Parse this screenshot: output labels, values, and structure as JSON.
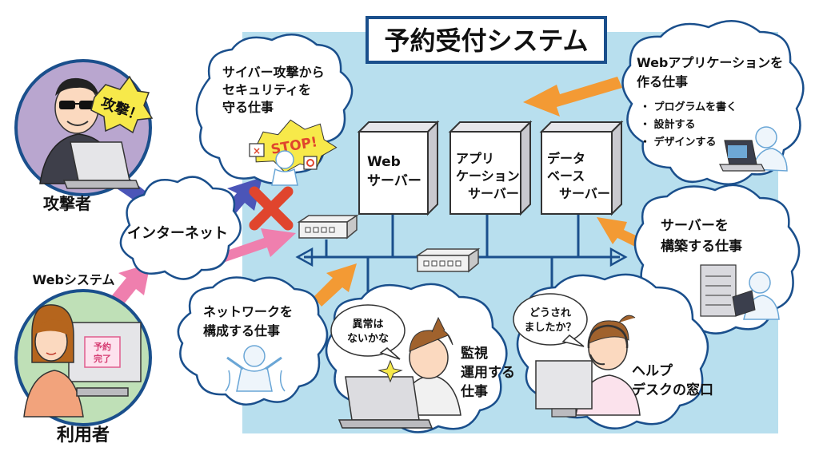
{
  "title": "予約受付システム",
  "colors": {
    "system_bg": "#b8dfee",
    "cloud_stroke": "#1a4f8c",
    "arrow_orange": "#f39a34",
    "arrow_pink": "#ef7fae",
    "arrow_indigo": "#4b55b8",
    "cross_red": "#e0452d",
    "stop_yellow": "#f7e94a"
  },
  "actors": {
    "attacker": {
      "label": "攻撃者",
      "speech": "攻撃！"
    },
    "user": {
      "heading": "Webシステム",
      "label": "利用者",
      "screen_lines": [
        "予約",
        "完了"
      ]
    }
  },
  "internet": {
    "label": "インターネット"
  },
  "servers": [
    {
      "lines": [
        "Web",
        "サーバー"
      ]
    },
    {
      "lines": [
        "アプリ",
        "ケーション",
        "サーバー"
      ]
    },
    {
      "lines": [
        "データ",
        "ベース",
        "サーバー"
      ]
    }
  ],
  "stop_sign": "STOP!",
  "jobs": {
    "security": {
      "lines": [
        "サイバー攻撃から",
        "セキュリティを",
        "守る仕事"
      ]
    },
    "webapp": {
      "lines": [
        "Webアプリケーションを",
        "作る仕事"
      ],
      "bullets": [
        "・ プログラムを書く",
        "・ 設計する",
        "・ デザインする"
      ]
    },
    "server_build": {
      "lines": [
        "サーバーを",
        "構築する仕事"
      ]
    },
    "network": {
      "lines": [
        "ネットワークを",
        "構成する仕事"
      ]
    },
    "monitoring": {
      "lines": [
        "監視",
        "運用する",
        "仕事"
      ],
      "speech": [
        "異常は",
        "ないかな"
      ]
    },
    "helpdesk": {
      "lines": [
        "ヘルプ",
        "デスクの窓口"
      ],
      "speech": [
        "どうされ",
        "ましたか？"
      ]
    }
  }
}
